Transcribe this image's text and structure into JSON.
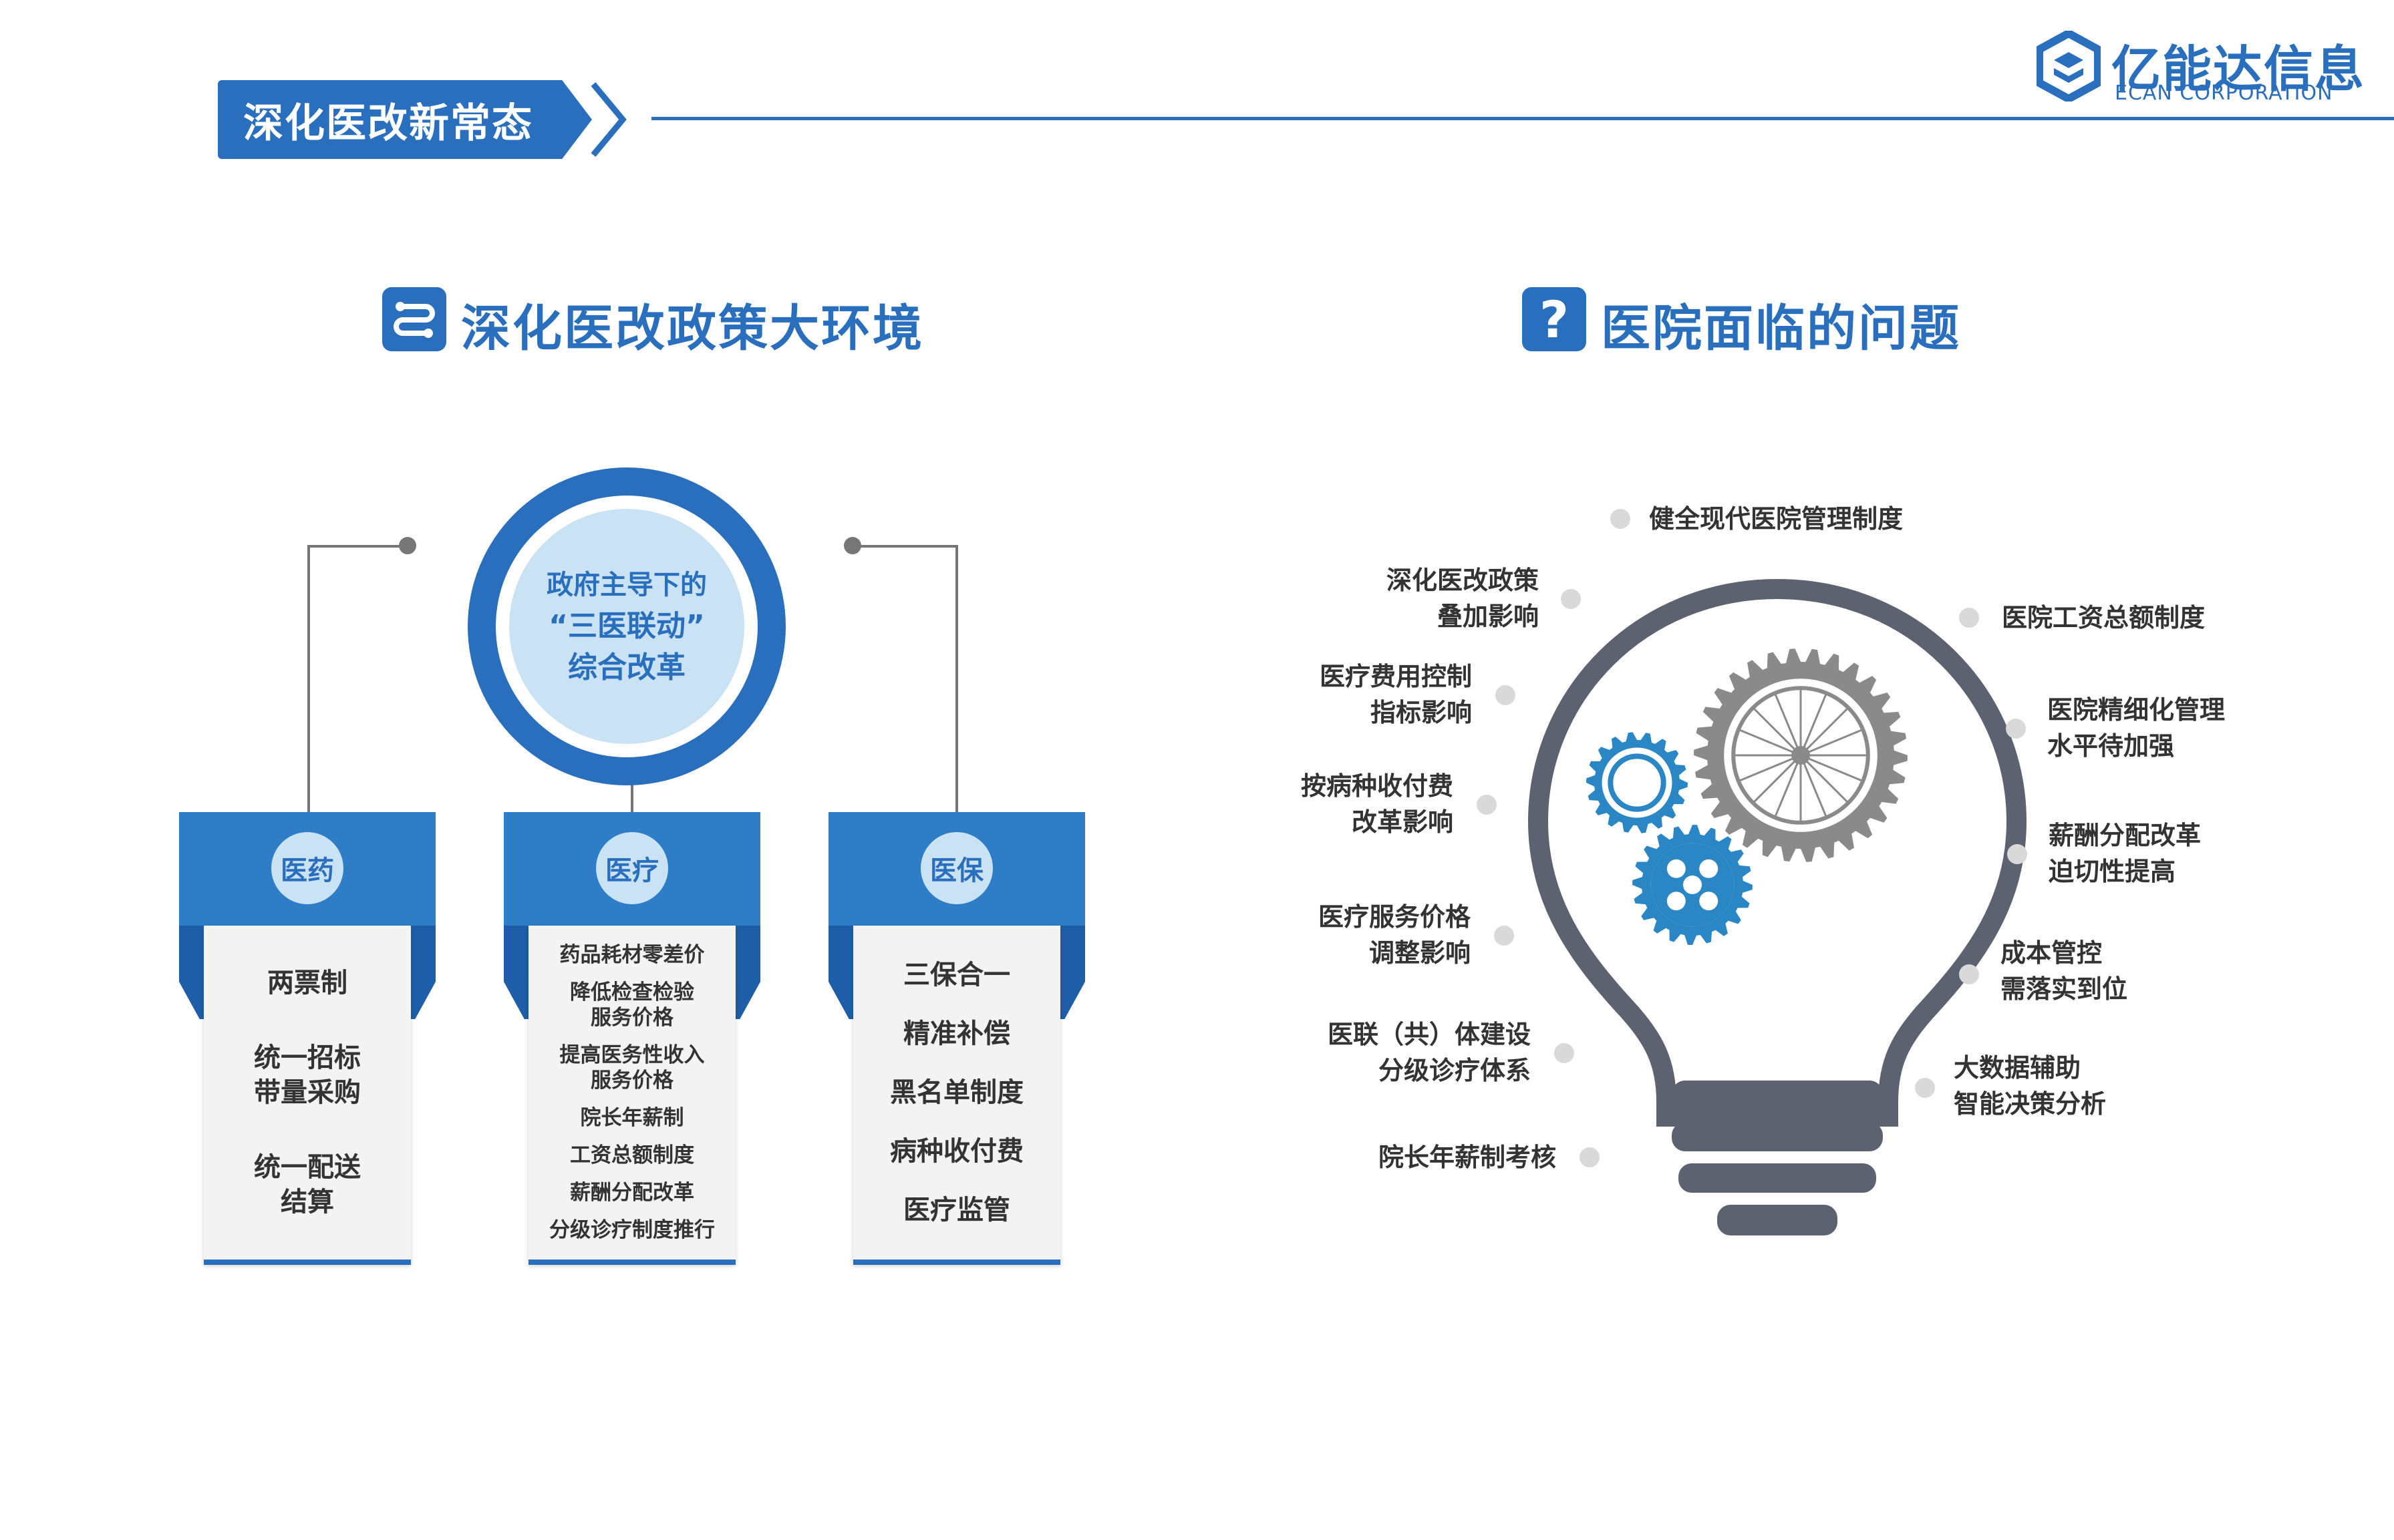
{
  "header": {
    "banner_title": "深化医改新常态",
    "brand_title": "亿能达信息",
    "brand_subtitle": "ECAN CORPORATION"
  },
  "left_section": {
    "title": "深化医改政策大环境",
    "icon": "route-icon",
    "center": {
      "line1": "政府主导下的",
      "line2": "“三医联动”",
      "line3": "综合改革"
    },
    "columns": [
      {
        "name": "医药",
        "items": [
          "两票制",
          "统一招标\n带量采购",
          "统一配送\n结算"
        ]
      },
      {
        "name": "医疗",
        "items": [
          "药品耗材零差价",
          "降低检查检验\n服务价格",
          "提高医务性收入\n服务价格",
          "院长年薪制",
          "工资总额制度",
          "薪酬分配改革",
          "分级诊疗制度推行"
        ]
      },
      {
        "name": "医保",
        "items": [
          "三保合一",
          "精准补偿",
          "黑名单制度",
          "病种收付费",
          "医疗监管"
        ]
      }
    ]
  },
  "right_section": {
    "title": "医院面临的问题",
    "icon": "question-icon",
    "left_labels": [
      "深化医改政策\n叠加影响",
      "医疗费用控制\n指标影响",
      "按病种收付费\n改革影响",
      "医疗服务价格\n调整影响",
      "医联（共）体建设\n分级诊疗体系",
      "院长年薪制考核"
    ],
    "top_label": "健全现代医院管理制度",
    "right_labels": [
      "医院工资总额制度",
      "医院精细化管理\n水平待加强",
      "薪酬分配改革\n迫切性提高",
      "成本管控\n需落实到位",
      "大数据辅助\n智能决策分析"
    ]
  },
  "colors": {
    "accent": "#2a6fbe",
    "accent_dark": "#1e5ea8",
    "light_blue": "#c9e2f4",
    "bulb": "#5d6270",
    "gear_gray": "#8a8a8a",
    "gear_blue": "#2a86c4"
  }
}
